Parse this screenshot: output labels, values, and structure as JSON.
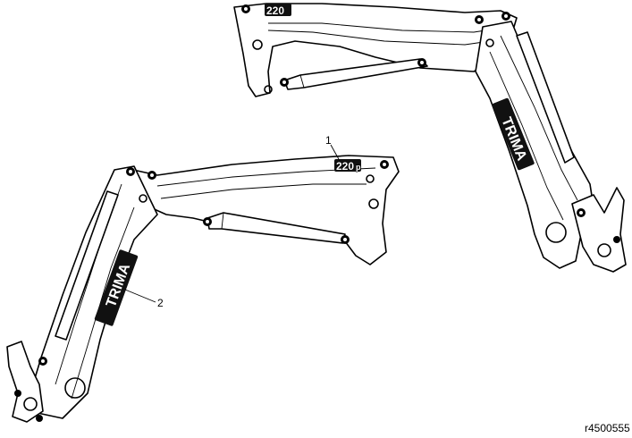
{
  "callouts": [
    {
      "number": "1",
      "part": "model-decal"
    },
    {
      "number": "2",
      "part": "brand-decal"
    }
  ],
  "decals": {
    "model": "220",
    "model_suffix": "p",
    "brand": "TRIMA"
  },
  "reference_code": "r4500555"
}
